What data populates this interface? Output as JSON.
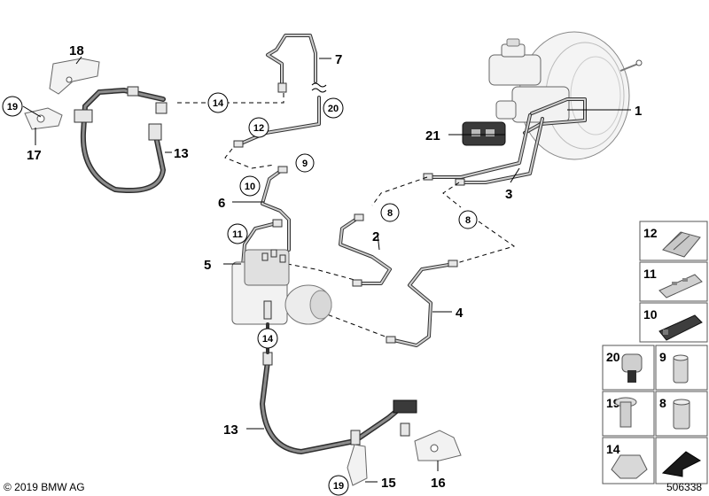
{
  "callouts": {
    "c1": "1",
    "c2": "2",
    "c3": "3",
    "c4": "4",
    "c5": "5",
    "c6": "6",
    "c7": "7",
    "c8a": "8",
    "c8b": "8",
    "c9": "9",
    "c10": "10",
    "c11": "11",
    "c12": "12",
    "c13a": "13",
    "c13b": "13",
    "c14a": "14",
    "c14b": "14",
    "c15": "15",
    "c16": "16",
    "c17": "17",
    "c18": "18",
    "c19a": "19",
    "c19b": "19",
    "c20": "20",
    "c21": "21"
  },
  "panels": {
    "p12": "12",
    "p11": "11",
    "p10": "10",
    "p20": "20",
    "p9": "9",
    "p19": "19",
    "p8": "8",
    "p14": "14"
  },
  "footer": {
    "copyright": "© 2019 BMW AG",
    "doc_number": "506338"
  }
}
